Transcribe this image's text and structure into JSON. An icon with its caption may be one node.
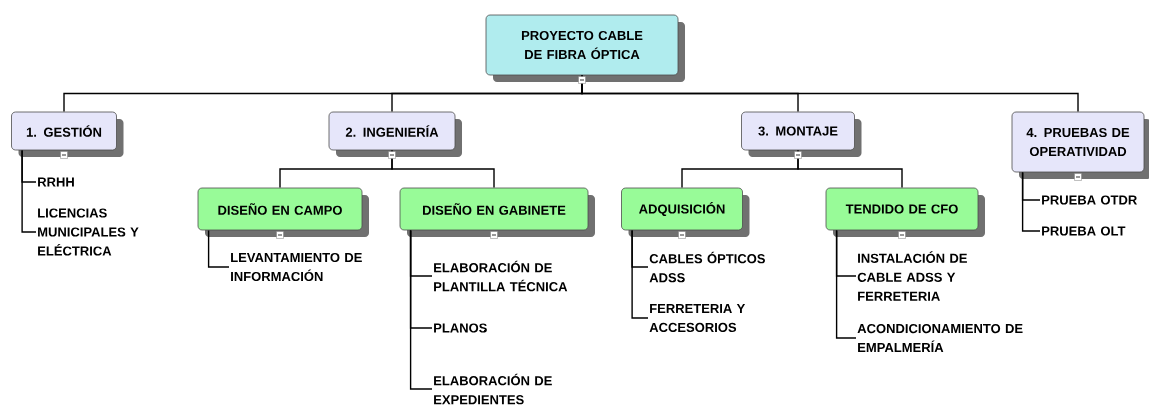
{
  "diagram": {
    "nodes": [
      {
        "text": [
          "PROYECTO CABLE DE FIBRA ÓPTICA"
        ]
      },
      {
        "text": [
          "1. GESTIÓN"
        ]
      },
      {
        "text": [
          "2. INGENIERÍA"
        ]
      },
      {
        "text": [
          "3. MONTAJE"
        ]
      },
      {
        "text": [
          "4. PRUEBAS DE OPERATIVIDAD"
        ]
      },
      {
        "text": [
          "DISEÑO EN CAMPO"
        ]
      },
      {
        "text": [
          "DISEÑO EN GABINETE"
        ]
      },
      {
        "text": [
          "ADQUISICIÓN"
        ]
      },
      {
        "text": [
          "TENDIDO DE CFO"
        ]
      },
      {
        "text": [
          "RRHH"
        ]
      },
      {
        "text": [
          "LICENCIAS MUNICIPALES Y ELÉCTRICA"
        ]
      },
      {
        "text": [
          "LEVANTAMIENTO DE INFORMACIÓN"
        ]
      },
      {
        "text": [
          "ELABORACIÓN DE PLANTILLA TÉCNICA"
        ]
      },
      {
        "text": [
          "PLANOS"
        ]
      },
      {
        "text": [
          "ELABORACIÓN DE EXPEDIENTES"
        ]
      },
      {
        "text": [
          "CABLES ÓPTICOS ADSS"
        ]
      },
      {
        "text": [
          "FERRETERIA Y ACCESORIOS"
        ]
      },
      {
        "text": [
          "INSTALACIÓN DE CABLE ADSS Y FERRETERIA"
        ]
      },
      {
        "text": [
          "ACONDICIONAMIENTO DE EMPALMERÍA"
        ]
      },
      {
        "text": [
          "PRUEBA OTDR"
        ]
      },
      {
        "text": [
          "PRUEBA OLT"
        ]
      }
    ],
    "edges": [
      {
        "from": 0,
        "to": 1,
        "arrow": "none"
      },
      {
        "from": 0,
        "to": 2,
        "arrow": "none"
      },
      {
        "from": 0,
        "to": 3,
        "arrow": "none"
      },
      {
        "from": 0,
        "to": 4,
        "arrow": "none"
      },
      {
        "from": 1,
        "to": 9,
        "arrow": "none"
      },
      {
        "from": 1,
        "to": 10,
        "arrow": "none"
      },
      {
        "from": 2,
        "to": 5,
        "arrow": "none"
      },
      {
        "from": 2,
        "to": 6,
        "arrow": "none"
      },
      {
        "from": 5,
        "to": 11,
        "arrow": "none"
      },
      {
        "from": 6,
        "to": 12,
        "arrow": "none"
      },
      {
        "from": 6,
        "to": 13,
        "arrow": "none"
      },
      {
        "from": 6,
        "to": 14,
        "arrow": "none"
      },
      {
        "from": 3,
        "to": 7,
        "arrow": "none"
      },
      {
        "from": 3,
        "to": 8,
        "arrow": "none"
      },
      {
        "from": 7,
        "to": 15,
        "arrow": "none"
      },
      {
        "from": 7,
        "to": 16,
        "arrow": "none"
      },
      {
        "from": 8,
        "to": 17,
        "arrow": "none"
      },
      {
        "from": 8,
        "to": 18,
        "arrow": "none"
      },
      {
        "from": 4,
        "to": 19,
        "arrow": "none"
      },
      {
        "from": 4,
        "to": 20,
        "arrow": "none"
      }
    ]
  }
}
